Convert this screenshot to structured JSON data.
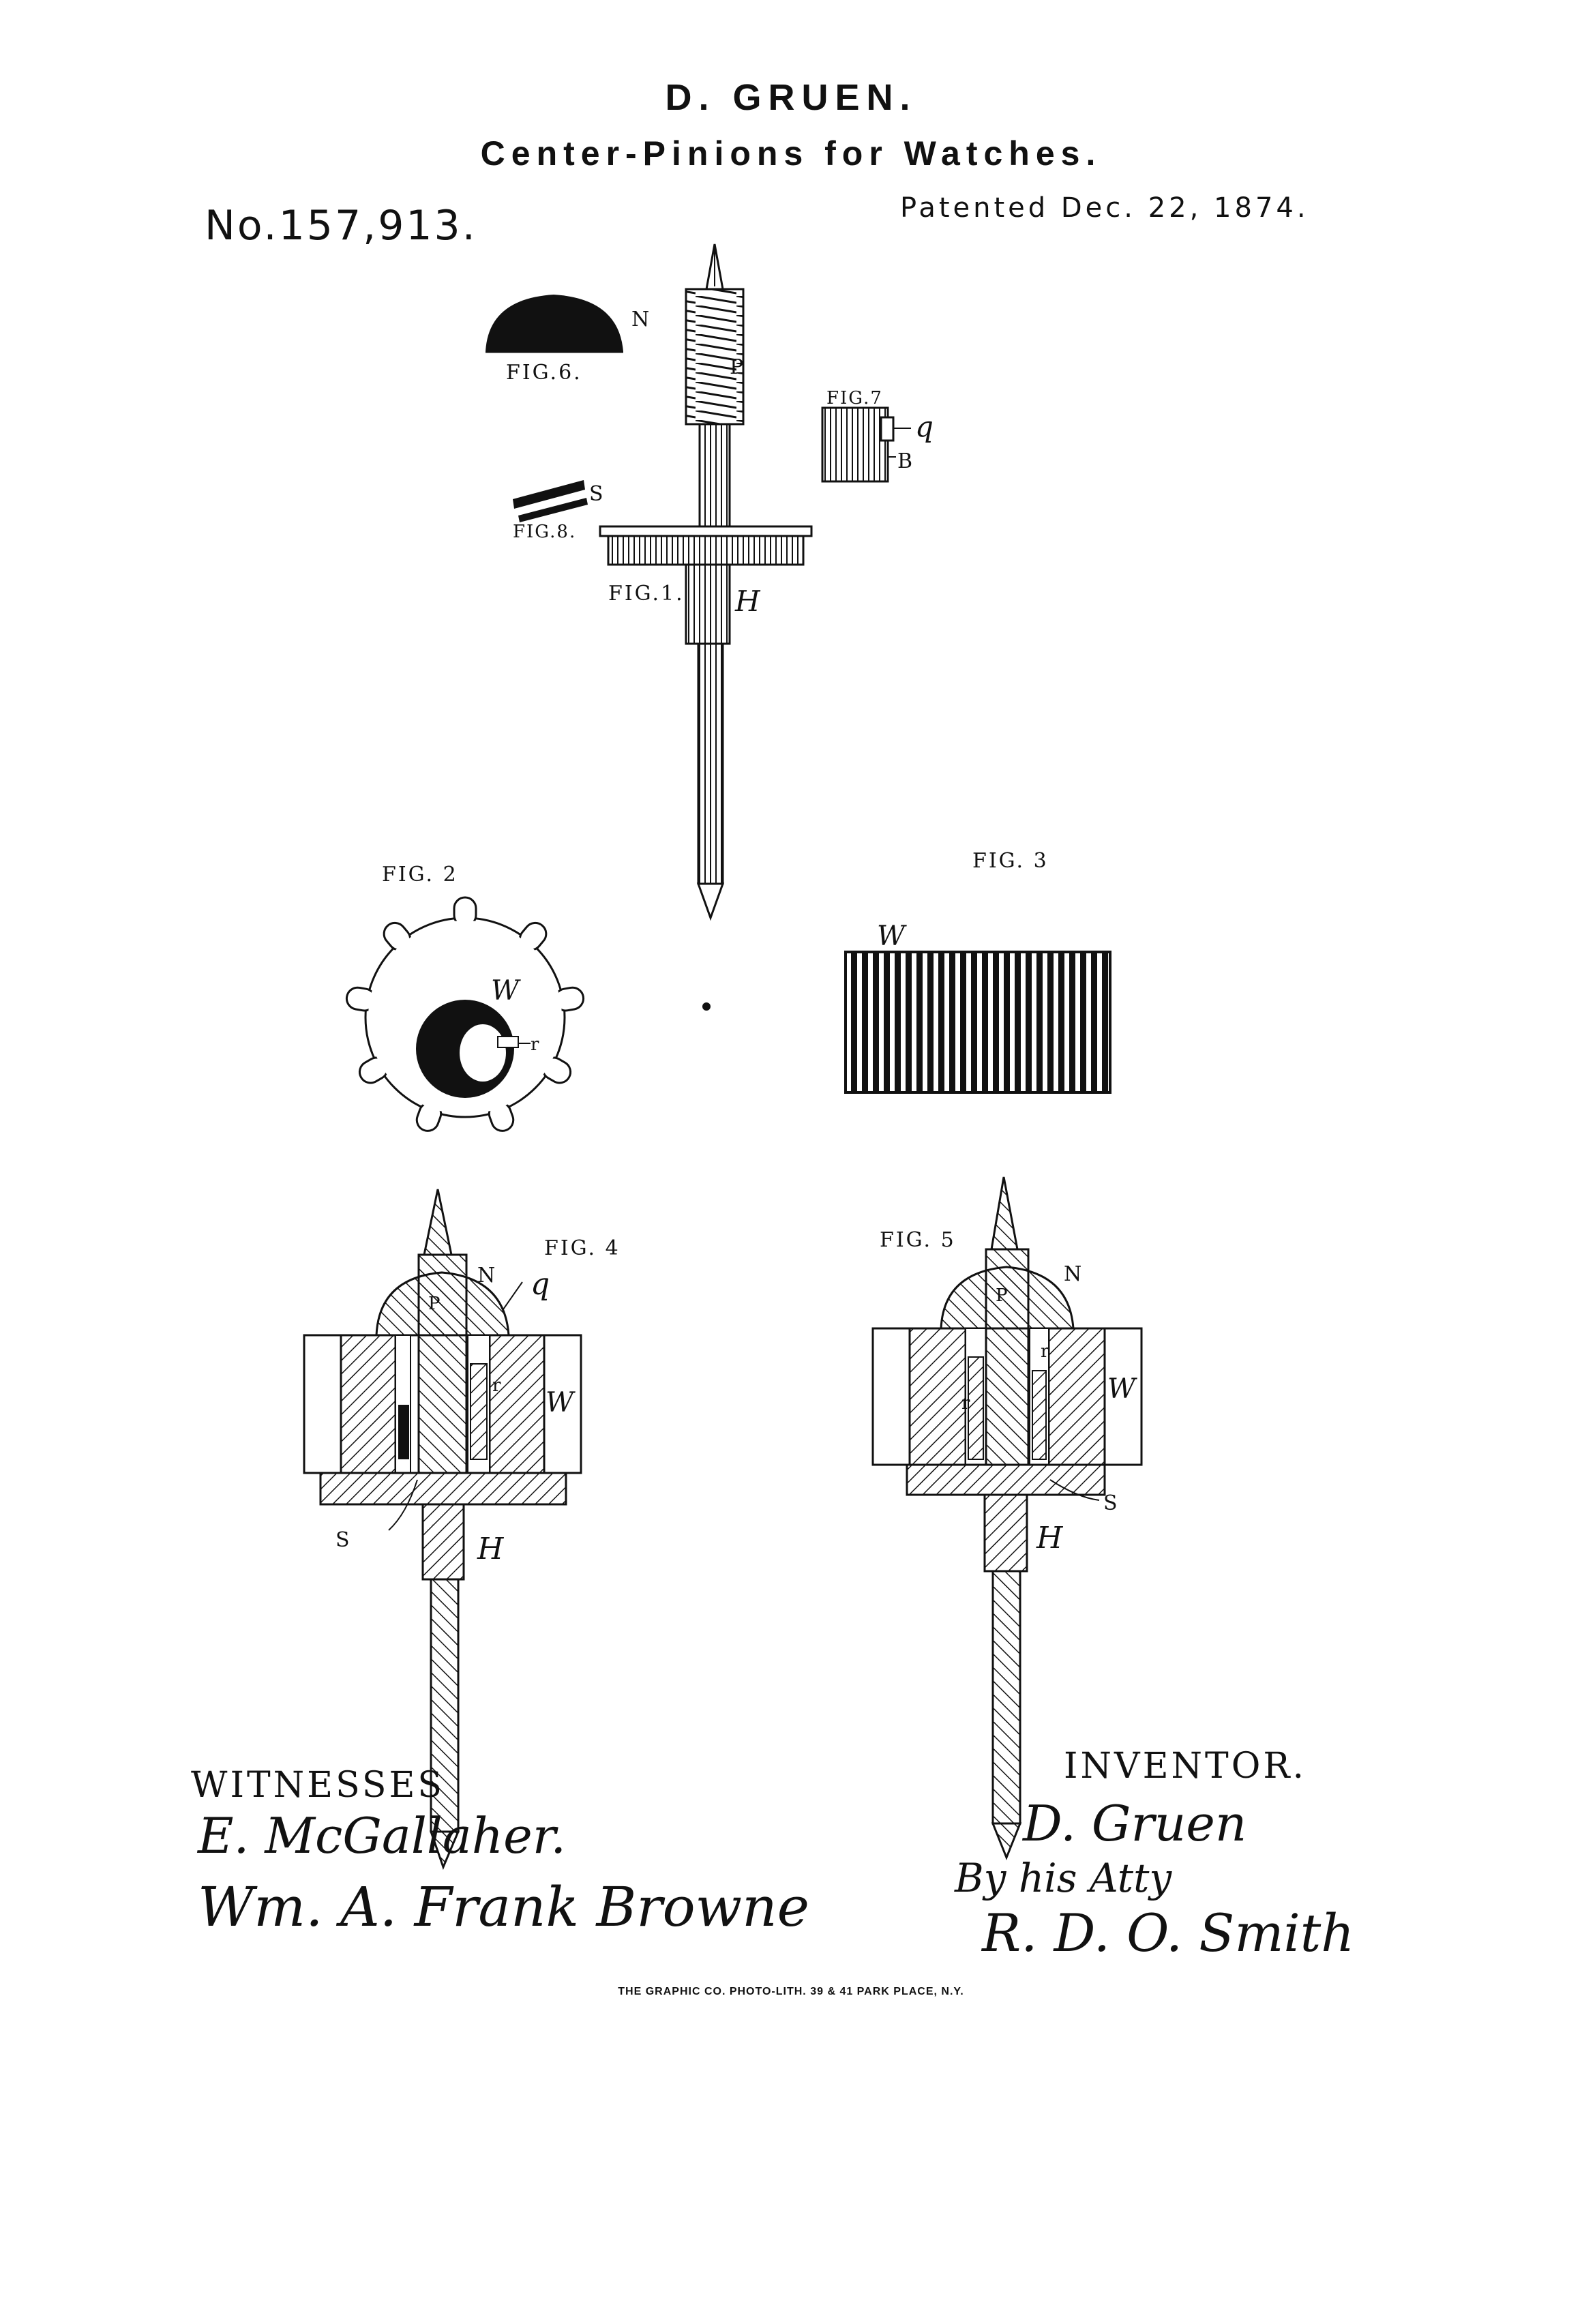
{
  "header": {
    "title": "D. GRUEN.",
    "subtitle": "Center-Pinions for Watches.",
    "number": "No.157,913.",
    "date": "Patented Dec. 22, 1874."
  },
  "figures": {
    "fig1": "FIG.1.",
    "fig2": "FIG. 2",
    "fig3": "FIG. 3",
    "fig4": "FIG. 4",
    "fig5": "FIG. 5",
    "fig6": "FIG.6.",
    "fig7": "FIG.7",
    "fig8": "FIG.8."
  },
  "part_labels": {
    "N": "N",
    "P": "P",
    "q": "q",
    "B": "B",
    "S": "S",
    "H": "H",
    "W": "W",
    "r": "r"
  },
  "witnesses": {
    "heading": "WITNESSES",
    "signature_1": "E. McGallaher.",
    "signature_2": "Wm. A. Frank Browne"
  },
  "inventor": {
    "heading": "INVENTOR.",
    "signature": "D. Gruen",
    "by_line": "By his Atty",
    "attorney": "R. D. O. Smith"
  },
  "imprint": "THE GRAPHIC CO. PHOTO-LITH. 39 & 41 PARK PLACE, N.Y.",
  "colors": {
    "ink": "#111111",
    "paper": "#ffffff"
  }
}
